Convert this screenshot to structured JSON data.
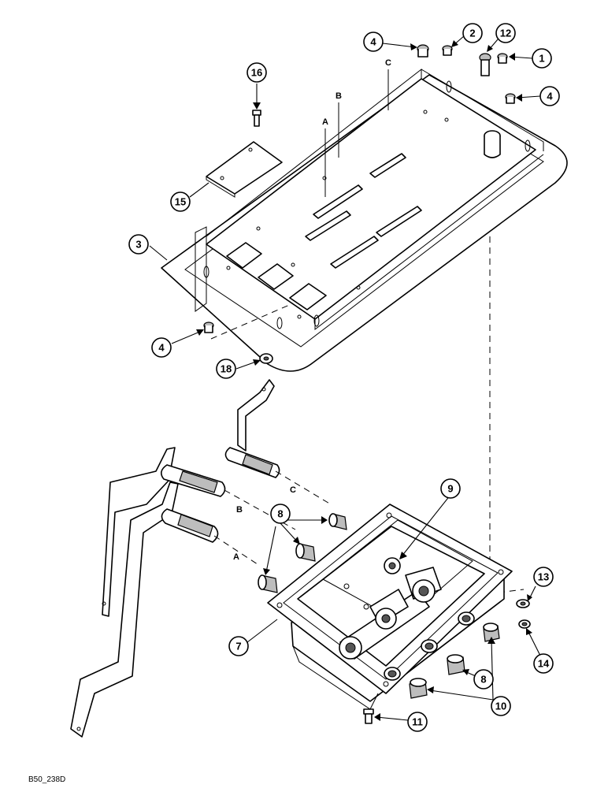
{
  "callouts": {
    "c1": "1",
    "c2": "2",
    "c3": "3",
    "c4a": "4",
    "c4b": "4",
    "c4c": "4",
    "c7": "7",
    "c8a": "8",
    "c8b": "8",
    "c9": "9",
    "c10": "10",
    "c11": "11",
    "c12": "12",
    "c13": "13",
    "c14": "14",
    "c15": "15",
    "c16": "16",
    "c18": "18"
  },
  "letters": {
    "a_top": "A",
    "b_top": "B",
    "c_top": "C",
    "a_low": "A",
    "b_low": "B",
    "c_low": "C"
  },
  "caption": "B50_238D"
}
